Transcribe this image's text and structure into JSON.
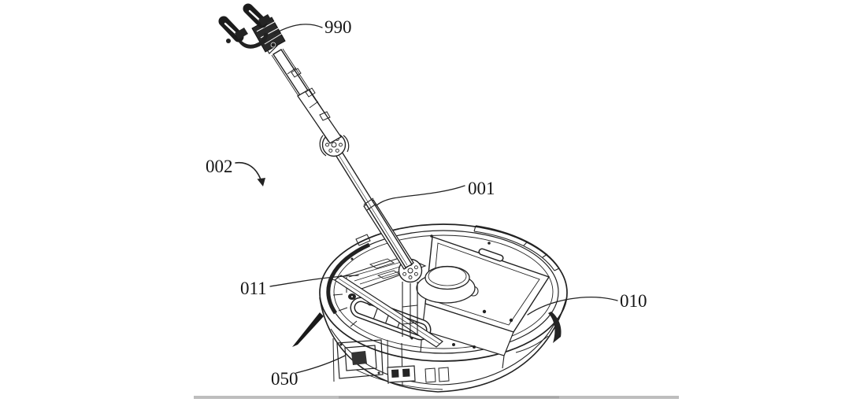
{
  "figure": {
    "type": "patent-line-drawing",
    "subject": "robot vacuum base with articulated robotic arm and gripper",
    "background_color": "#ffffff",
    "line_color": "#222222",
    "ground_shadow_color": "#b3b3b3",
    "callouts": [
      {
        "label": "990",
        "target": "gripper-end-effector"
      },
      {
        "label": "002",
        "target": "arm-robot-assembly"
      },
      {
        "label": "001",
        "target": "arm-lower-rod"
      },
      {
        "label": "011",
        "target": "chassis-internal-mechanism"
      },
      {
        "label": "010",
        "target": "robot-body-interior"
      },
      {
        "label": "050",
        "target": "side-wall-module"
      }
    ]
  }
}
